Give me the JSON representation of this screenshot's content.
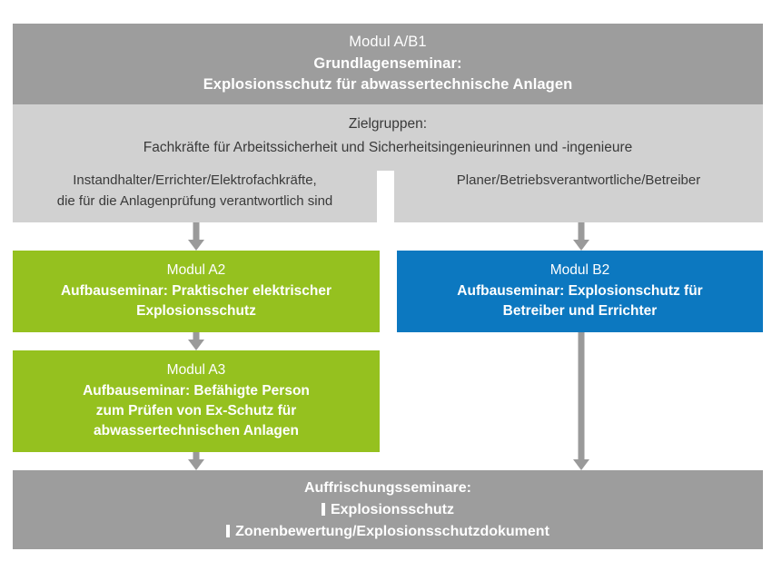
{
  "diagram": {
    "title": "Explosionsschutz Seminarstruktur",
    "colors": {
      "gray_dark": "#9d9d9d",
      "gray_light": "#d1d1d1",
      "green": "#95c11f",
      "blue": "#0c78c0",
      "arrow_gray": "#9a9a9a",
      "text_dark": "#3a3a3a",
      "text_light": "#ffffff"
    },
    "header": {
      "module": "Modul A/B1",
      "seminar_type": "Grundlagenseminar:",
      "seminar_title": "Explosionsschutz für abwassertechnische Anlagen"
    },
    "target_groups": {
      "heading": "Zielgruppen:",
      "subheading": "Fachkräfte für Arbeitssicherheit und Sicherheitsingenieurinnen und -ingenieure",
      "left": {
        "line1": "Instandhalter/Errichter/Elektrofachkräfte,",
        "line2": "die für die Anlagenprüfung verantwortlich sind"
      },
      "right": {
        "line1": "Planer/Betriebsverantwortliche/Betreiber"
      }
    },
    "modules": {
      "a2": {
        "module": "Modul A2",
        "desc_line1": "Aufbauseminar: Praktischer elektrischer",
        "desc_line2": "Explosionsschutz"
      },
      "a3": {
        "module": "Modul A3",
        "desc_line1": "Aufbauseminar: Befähigte Person",
        "desc_line2": "zum Prüfen von Ex-Schutz für",
        "desc_line3": "abwassertechnischen Anlagen"
      },
      "b2": {
        "module": "Modul B2",
        "desc_line1": "Aufbauseminar: Explosionschutz für",
        "desc_line2": "Betreiber und Errichter"
      }
    },
    "refresher": {
      "title": "Auffrischungsseminare:",
      "items": [
        "Explosionsschutz",
        "Zonenbewertung/Explosionsschutzdokument"
      ]
    },
    "arrows": [
      {
        "name": "band-to-a2",
        "from": "target-groups-left",
        "to": "module-a2"
      },
      {
        "name": "a2-to-a3",
        "from": "module-a2",
        "to": "module-a3"
      },
      {
        "name": "a3-to-bottom",
        "from": "module-a3",
        "to": "refresher"
      },
      {
        "name": "band-to-b2",
        "from": "target-groups-right",
        "to": "module-b2"
      },
      {
        "name": "b2-to-bottom",
        "from": "module-b2",
        "to": "refresher"
      }
    ]
  }
}
